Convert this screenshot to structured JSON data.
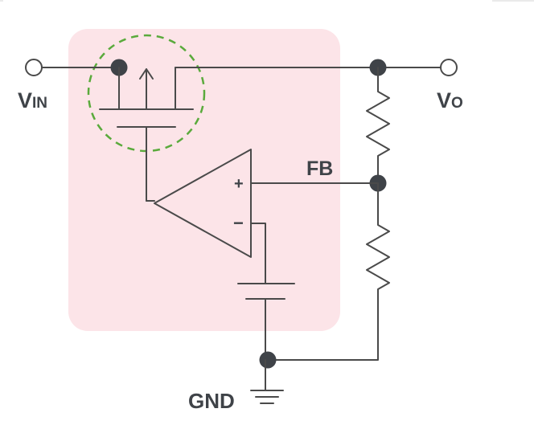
{
  "labels": {
    "vin_main": "V",
    "vin_sub": "IN",
    "vo_main": "V",
    "vo_sub": "O",
    "fb": "FB",
    "gnd": "GND",
    "plus": "+",
    "minus": "−"
  },
  "colors": {
    "ic_background": "#fce4e8",
    "highlight_circle": "#5aaa3c",
    "wire": "#4a4a4a",
    "node": "#3f4348",
    "text": "#3f4348"
  }
}
